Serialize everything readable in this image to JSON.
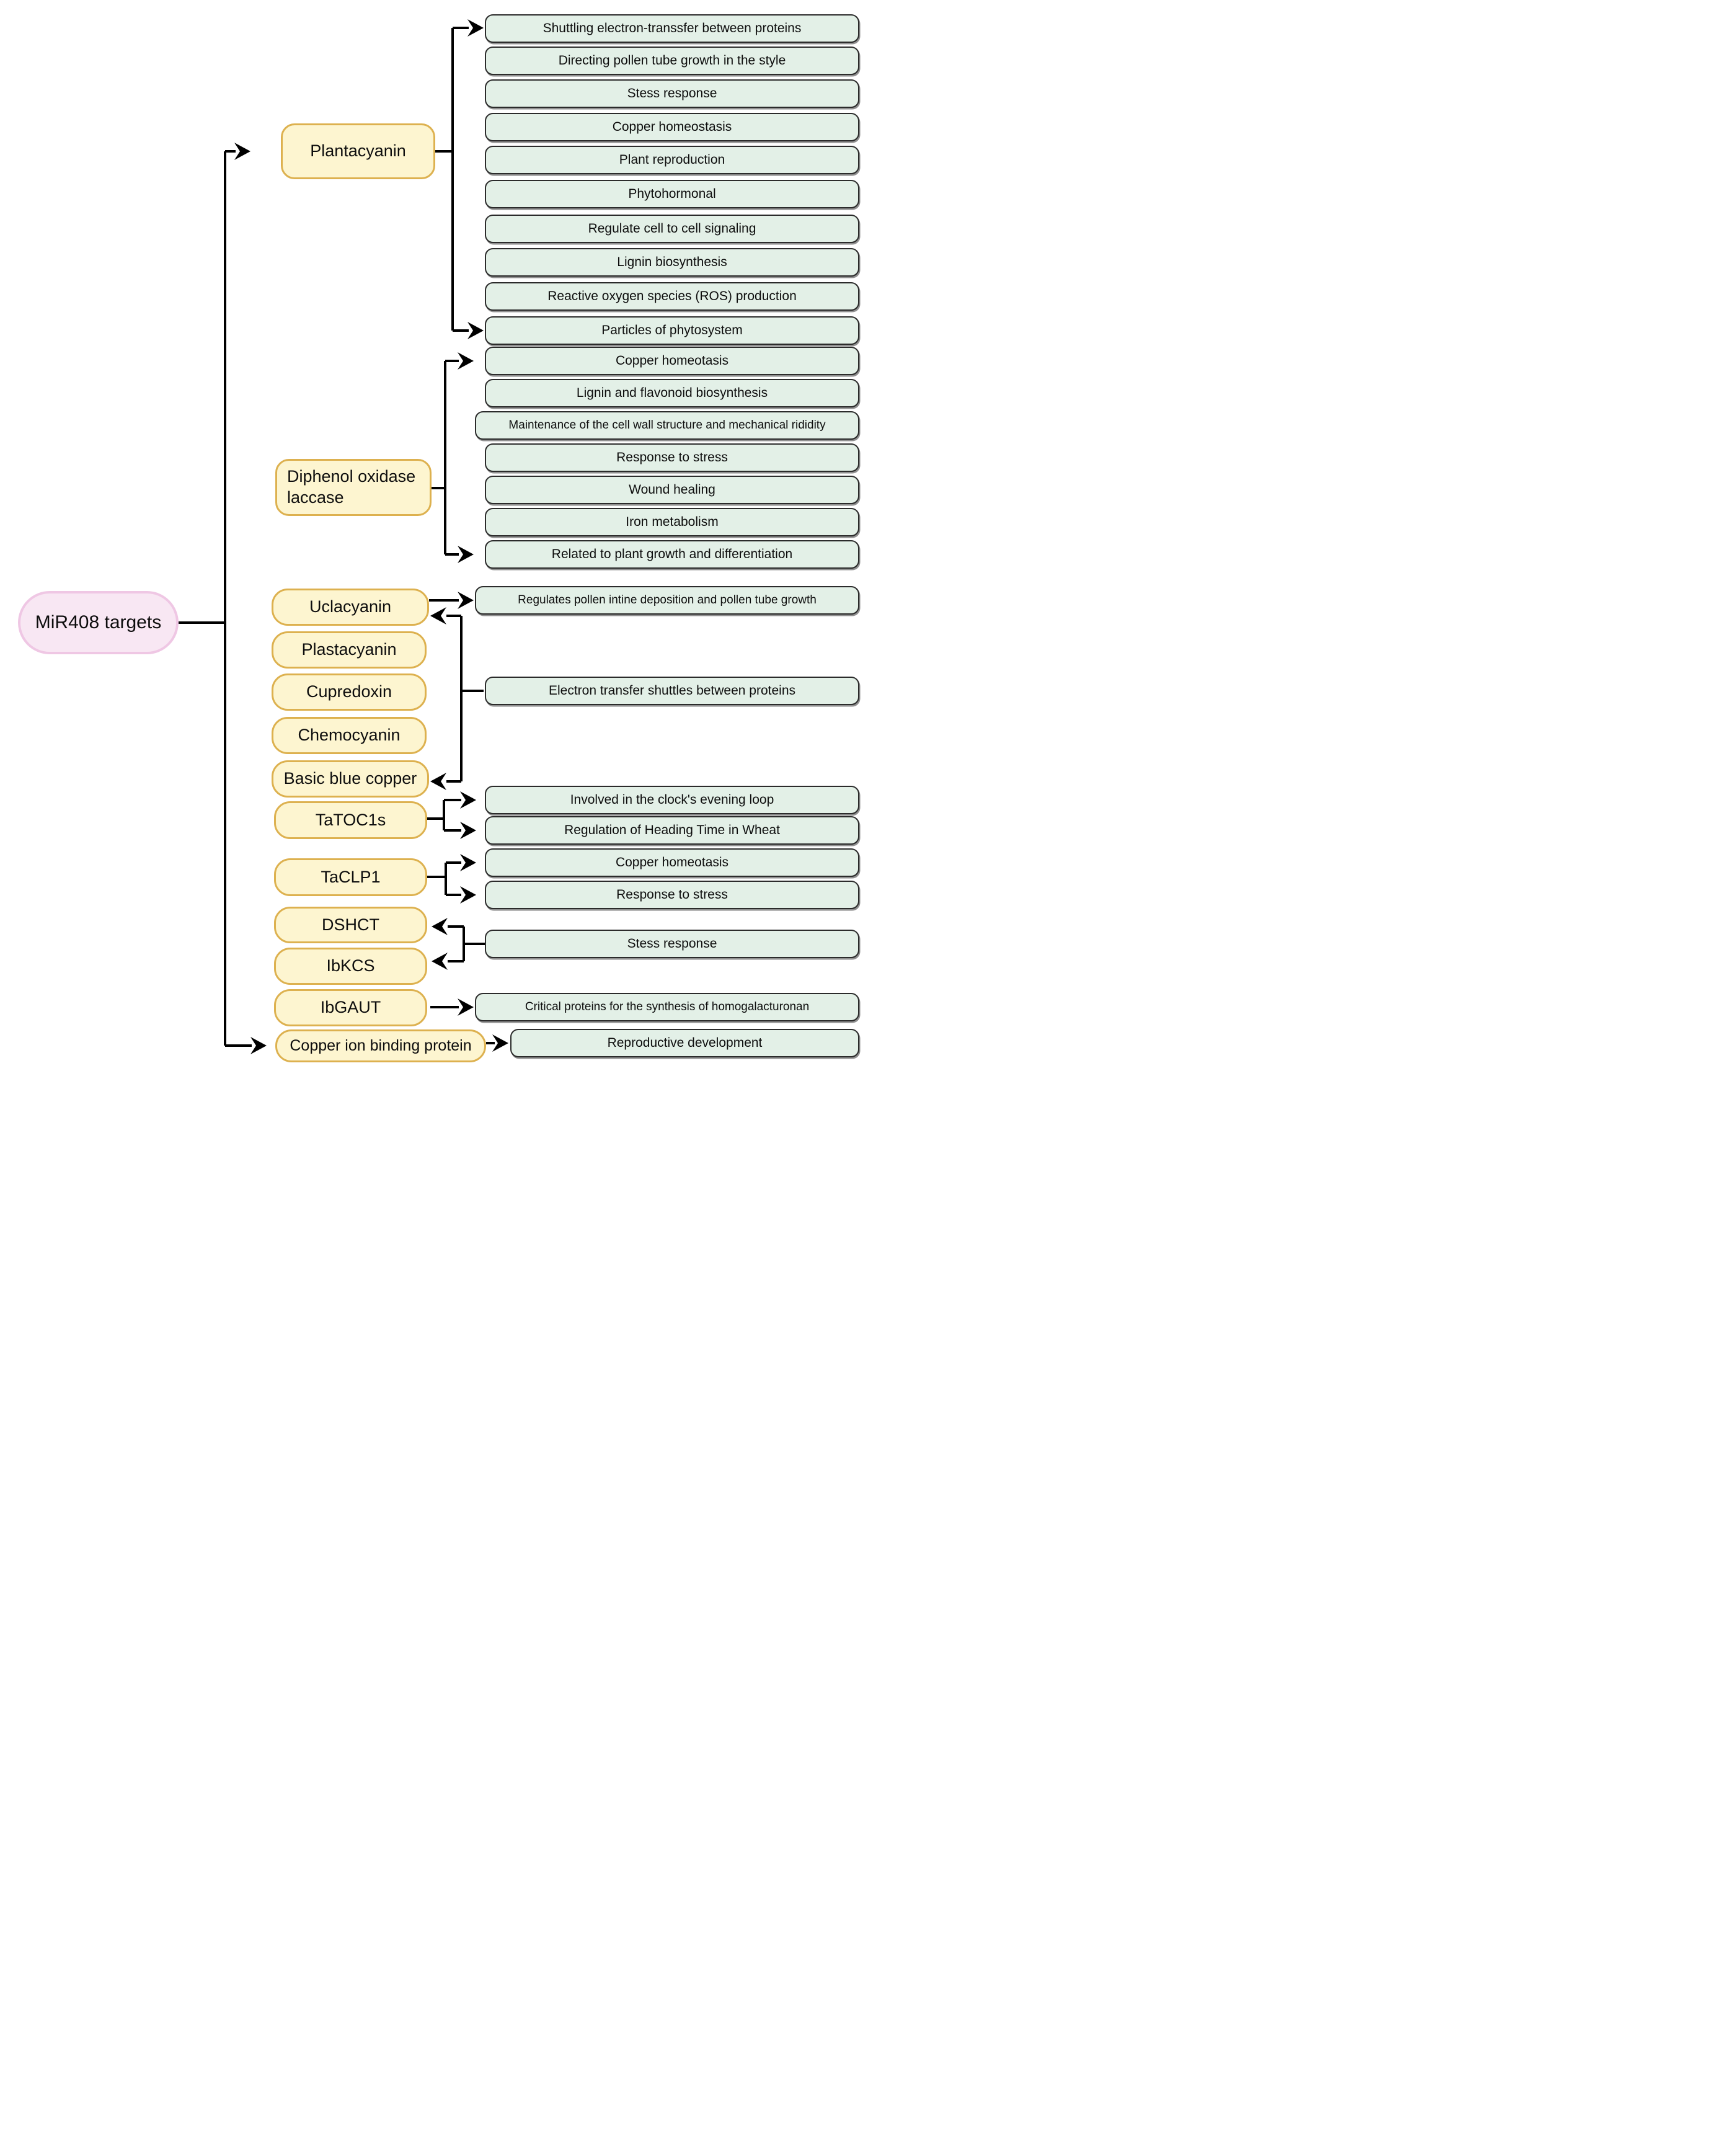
{
  "diagram": {
    "root": {
      "label": "MiR408 targets"
    },
    "colors": {
      "root_fill": "#f8e7f3",
      "root_border": "#efc7e4",
      "target_fill": "#fdf5d0",
      "target_border": "#ddb14f",
      "function_fill": "#e3f0e7",
      "function_border": "#2b2b2b",
      "wire": "#000000"
    },
    "targets": {
      "plantacyanin": "Plantacyanin",
      "diphenol": "Diphenol oxidase laccase",
      "uclacyanin": "Uclacyanin",
      "plastacyanin": "Plastacyanin",
      "cupredoxin": "Cupredoxin",
      "chemocyanin": "Chemocyanin",
      "basic_blue": "Basic blue copper",
      "tatoc1s": "TaTOC1s",
      "taclp1": "TaCLP1",
      "dshct": "DSHCT",
      "ibkcs": "IbKCS",
      "ibgaut": "IbGAUT",
      "copper_ion": "Copper ion binding protein"
    },
    "functions": {
      "plantacyanin": [
        "Shuttling electron-transsfer between proteins",
        "Directing pollen tube growth in the style",
        "Stess response",
        "Copper homeostasis",
        "Plant reproduction",
        "Phytohormonal",
        "Regulate cell to cell signaling",
        "Lignin biosynthesis",
        "Reactive oxygen species (ROS) production",
        "Particles of phytosystem"
      ],
      "diphenol": [
        "Copper homeotasis",
        "Lignin and flavonoid biosynthesis",
        "Maintenance of the cell wall structure and mechanical rididity",
        "Response to stress",
        "Wound healing",
        "Iron metabolism",
        "Related to plant growth and differentiation"
      ],
      "uclacyanin": [
        "Regulates pollen intine deposition and pollen tube growth"
      ],
      "cyanin_group": [
        "Electron transfer shuttles between proteins"
      ],
      "tatoc1s": [
        "Involved in the clock's evening loop",
        "Regulation of Heading Time in Wheat"
      ],
      "taclp1": [
        "Copper homeotasis",
        "Response to stress"
      ],
      "dshct_ibkcs": [
        "Stess response"
      ],
      "ibgaut": [
        "Critical proteins for the synthesis of homogalacturonan"
      ],
      "copper_ion": [
        "Reproductive development"
      ]
    }
  }
}
